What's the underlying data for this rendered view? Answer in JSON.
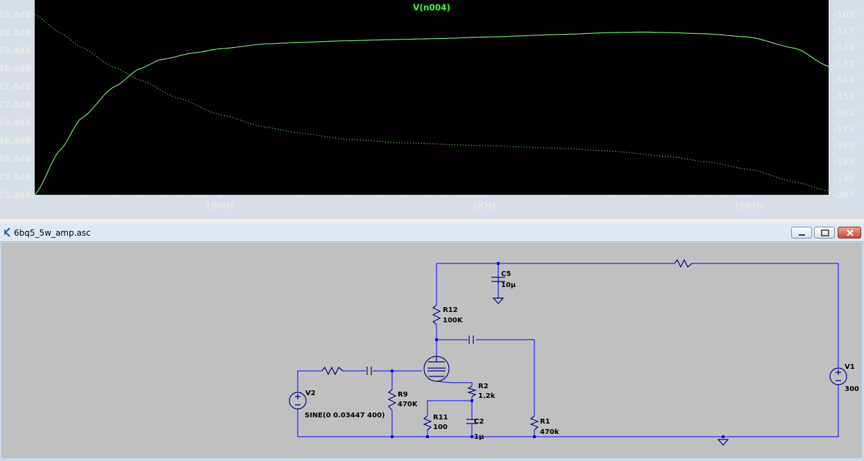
{
  "plot": {
    "trace_name": "V(n004)",
    "left_axis": [
      "29.2dB",
      "28.8dB",
      "28.4dB",
      "28.0dB",
      "27.6dB",
      "27.2dB",
      "26.8dB",
      "26.4dB",
      "26.0dB",
      "25.6dB",
      "25.2dB"
    ],
    "right_axis": [
      "-108°",
      "-117°",
      "-126°",
      "-135°",
      "-144°",
      "-153°",
      "-162°",
      "-171°",
      "-180°",
      "-189°",
      "-198°",
      "-207°"
    ],
    "x_axis": [
      "100Hz",
      "1KHz",
      "10KHz"
    ],
    "colors": {
      "background": "#000000",
      "trace": "#6cf06c",
      "axis_text": "#e0e0e0",
      "title": "#3cff3c"
    }
  },
  "chart_data": {
    "type": "line",
    "title": "V(n004)",
    "x_scale": "log",
    "xlim": [
      20,
      20000
    ],
    "ylim_left": [
      25.2,
      29.2
    ],
    "ylim_right": [
      -207,
      -108
    ],
    "series": [
      {
        "name": "V(n004)",
        "axis": "left",
        "x": [
          20,
          25,
          30,
          40,
          50,
          60,
          80,
          100,
          150,
          200,
          300,
          500,
          700,
          1000,
          2000,
          3000,
          4000,
          5000,
          7000,
          10000,
          15000,
          20000
        ],
        "y": [
          25.2,
          26.2,
          26.9,
          27.6,
          28.0,
          28.2,
          28.35,
          28.44,
          28.55,
          28.58,
          28.62,
          28.65,
          28.67,
          28.7,
          28.76,
          28.8,
          28.81,
          28.8,
          28.77,
          28.7,
          28.45,
          28.05
        ]
      },
      {
        "name": "V(n004)",
        "axis": "right",
        "line_style": "dotted",
        "x": [
          20,
          25,
          30,
          40,
          50,
          70,
          100,
          150,
          200,
          300,
          500,
          1000,
          2000,
          3000,
          5000,
          7000,
          10000,
          15000,
          20000
        ],
        "y": [
          -108,
          -118,
          -126,
          -137,
          -144,
          -154,
          -163,
          -170,
          -173,
          -176.5,
          -178.5,
          -180,
          -181.5,
          -183,
          -186,
          -189,
          -193,
          -200,
          -205
        ]
      }
    ]
  },
  "schematic": {
    "window_title": "6bq5_5w_amp.asc",
    "components": {
      "c5": {
        "name": "C5",
        "value": "10µ"
      },
      "r12": {
        "name": "R12",
        "value": "100K"
      },
      "r2": {
        "name": "R2",
        "value": "1.2k"
      },
      "r9": {
        "name": "R9",
        "value": "470K"
      },
      "r11": {
        "name": "R11",
        "value": "100"
      },
      "c2": {
        "name": "C2",
        "value": "1µ"
      },
      "r1": {
        "name": "R1",
        "value": "470k"
      },
      "v2": {
        "name": "V2",
        "value": "SINE(0 0.03447 400)"
      },
      "v1": {
        "name": "V1",
        "value": "300"
      }
    },
    "colors": {
      "wire": "#0000ff",
      "canvas": "#c0c0c0",
      "component": "#000080"
    }
  }
}
